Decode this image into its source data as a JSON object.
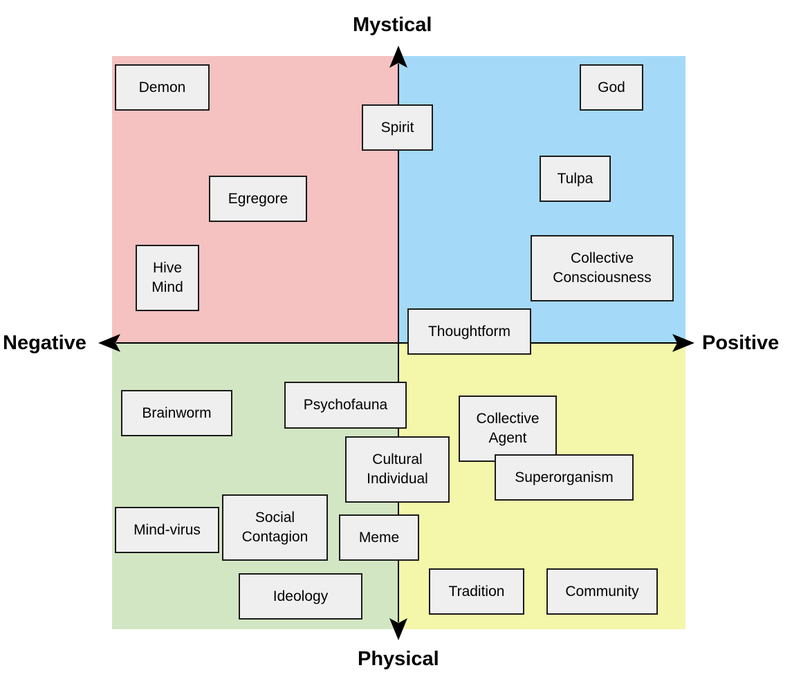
{
  "axes": {
    "top": "Mystical",
    "bottom": "Physical",
    "left": "Negative",
    "right": "Positive"
  },
  "colors": {
    "top_left_quadrant": "#f5c1c1",
    "top_right_quadrant": "#a4daf8",
    "bottom_left_quadrant": "#d2e6c3",
    "bottom_right_quadrant": "#f4f6a9",
    "box_fill": "#efefef",
    "box_border": "#1a1a1a",
    "axis_line": "#000000"
  },
  "concepts": {
    "demon": "Demon",
    "spirit": "Spirit",
    "god": "God",
    "tulpa": "Tulpa",
    "egregore": "Egregore",
    "hive_mind": "Hive\nMind",
    "collective_consciousness": "Collective\nConsciousness",
    "thoughtform": "Thoughtform",
    "brainworm": "Brainworm",
    "psychofauna": "Psychofauna",
    "collective_agent": "Collective\nAgent",
    "cultural_individual": "Cultural\nIndividual",
    "superorganism": "Superorganism",
    "mind_virus": "Mind-virus",
    "social_contagion": "Social\nContagion",
    "meme": "Meme",
    "ideology": "Ideology",
    "tradition": "Tradition",
    "community": "Community"
  }
}
